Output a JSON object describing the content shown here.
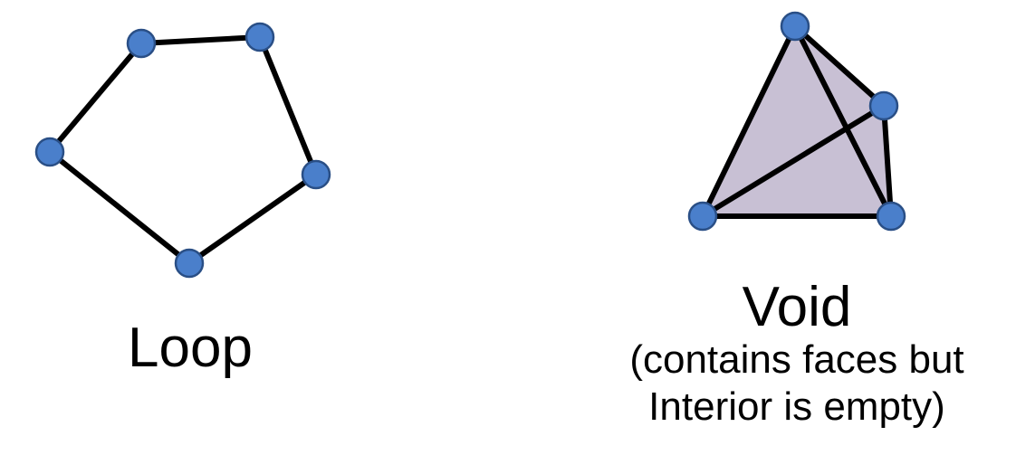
{
  "loop": {
    "label": "Loop",
    "colors": {
      "node": "#4a7fcb",
      "edge": "#000000"
    }
  },
  "void": {
    "label": "Void",
    "caption_line1": "(contains faces but",
    "caption_line2": "Interior is empty)",
    "colors": {
      "node": "#4a7fcb",
      "edge": "#000000",
      "face": "#c8c0d4"
    }
  }
}
